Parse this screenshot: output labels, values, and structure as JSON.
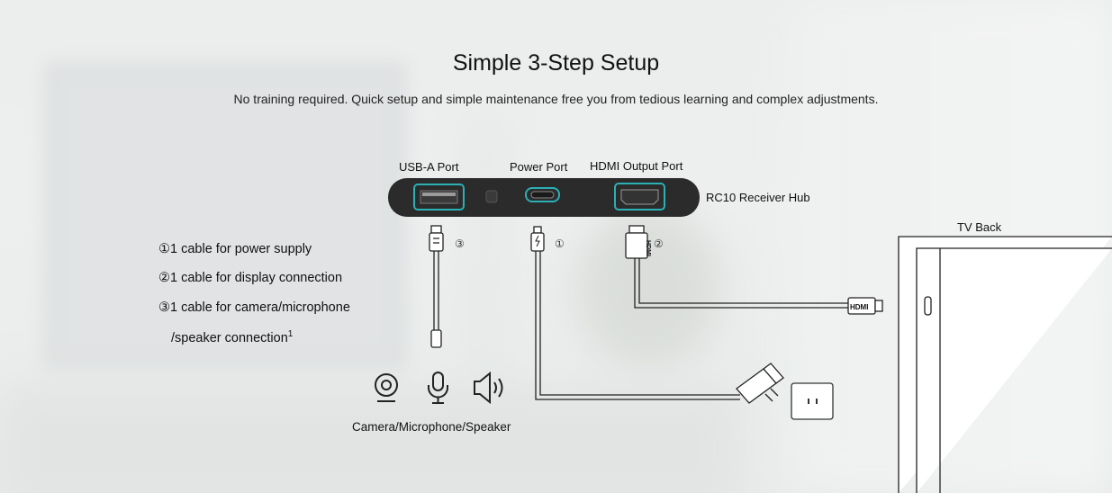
{
  "header": {
    "title": "Simple 3-Step Setup",
    "subtitle": "No training required. Quick setup and simple maintenance free you from tedious learning and complex adjustments."
  },
  "hub": {
    "name": "RC10 Receiver Hub",
    "ports": {
      "usb_a": "USB-A Port",
      "power": "Power Port",
      "hdmi": "HDMI Output Port"
    }
  },
  "legend": [
    {
      "marker": "①",
      "text": "1 cable for power supply"
    },
    {
      "marker": "②",
      "text": "1 cable for display connection"
    },
    {
      "marker": "③",
      "text": "1 cable for camera/microphone"
    },
    {
      "marker": "",
      "text": "/speaker connection",
      "sup": "1"
    }
  ],
  "cable_numbers": {
    "usb": "③",
    "power": "①",
    "hdmi": "②"
  },
  "hdmi_plug_text": "HDMI",
  "peripherals_label": "Camera/Microphone/Speaker",
  "tv_label": "TV Back",
  "colors": {
    "hub_body": "#2b2b2b",
    "port_highlight": "#2bb0b6",
    "line": "#222222"
  }
}
